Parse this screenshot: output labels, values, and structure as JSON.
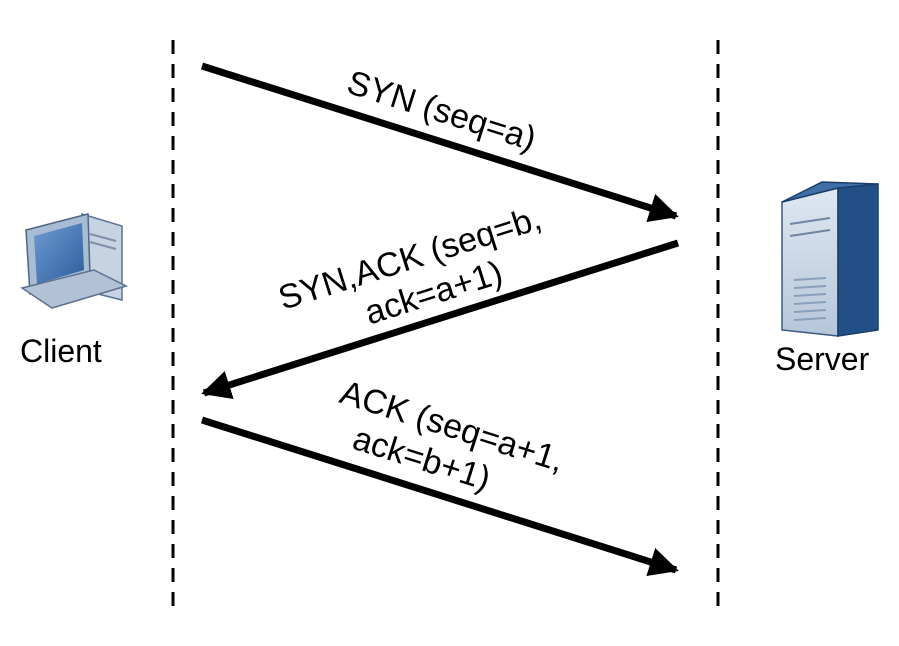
{
  "participants": {
    "client": {
      "label": "Client",
      "icon": "desktop-computer-icon"
    },
    "server": {
      "label": "Server",
      "icon": "tower-server-icon"
    }
  },
  "messages": [
    {
      "from": "client",
      "to": "server",
      "lines": [
        "SYN (seq=a)"
      ]
    },
    {
      "from": "server",
      "to": "client",
      "lines": [
        "SYN,ACK (seq=b,",
        "ack=a+1)"
      ]
    },
    {
      "from": "client",
      "to": "server",
      "lines": [
        "ACK (seq=a+1,",
        "ack=b+1)"
      ]
    }
  ],
  "colors": {
    "line": "#000000",
    "server_front": "#c9d6e6",
    "server_side": "#214f86",
    "monitor_screen": "#3b6fb0"
  }
}
